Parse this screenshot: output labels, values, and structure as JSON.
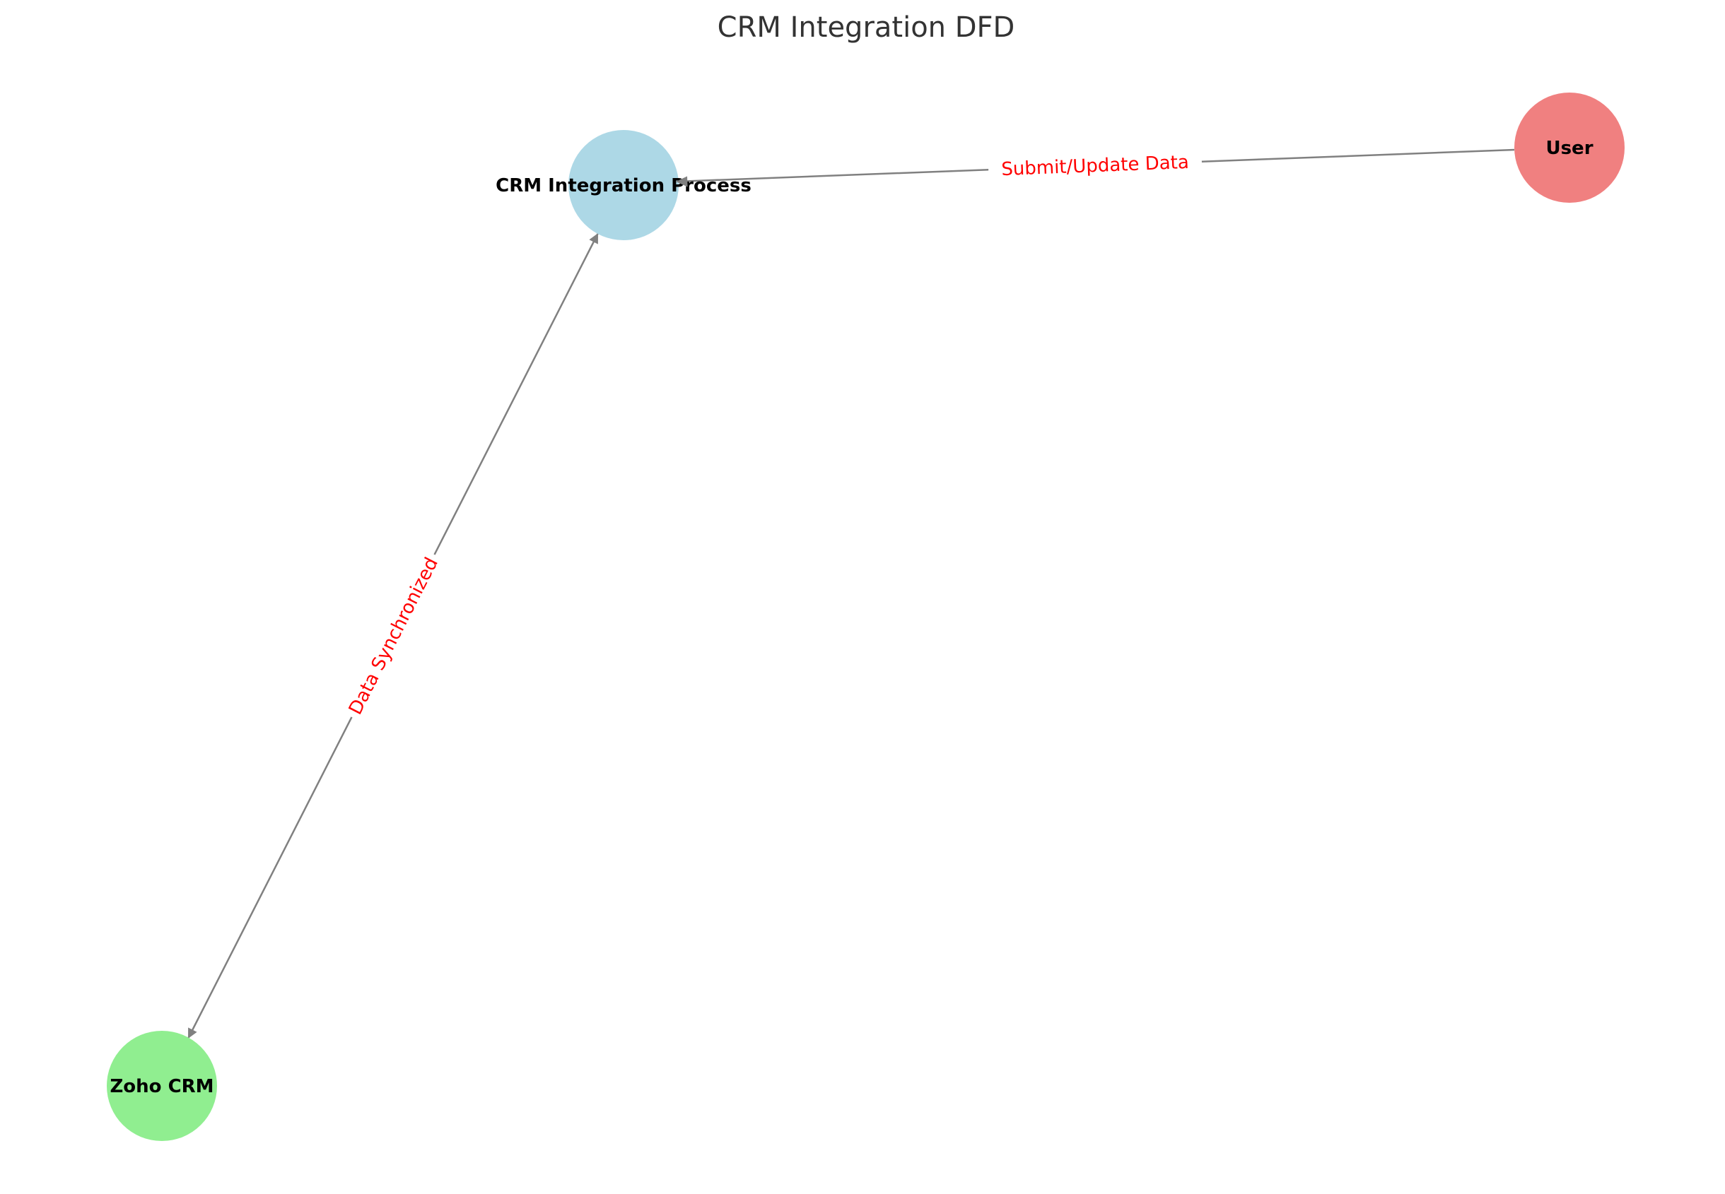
{
  "diagram": {
    "title": "CRM Integration DFD",
    "nodes": [
      {
        "id": "process",
        "label": "CRM Integration Process",
        "color": "#ADD8E6",
        "shape": "circle"
      },
      {
        "id": "user",
        "label": "User",
        "color": "#F08080",
        "shape": "circle"
      },
      {
        "id": "zoho",
        "label": "Zoho CRM",
        "color": "#90EE90",
        "shape": "circle"
      }
    ],
    "edges": [
      {
        "from": "user",
        "to": "process",
        "label": "Submit/Update Data",
        "directed": true
      },
      {
        "from": "process",
        "to": "zoho",
        "label": "Data Synchronized",
        "directed": true,
        "bidirectional": true
      }
    ],
    "edge_color": "#808080",
    "edge_label_color": "#FF0000"
  }
}
